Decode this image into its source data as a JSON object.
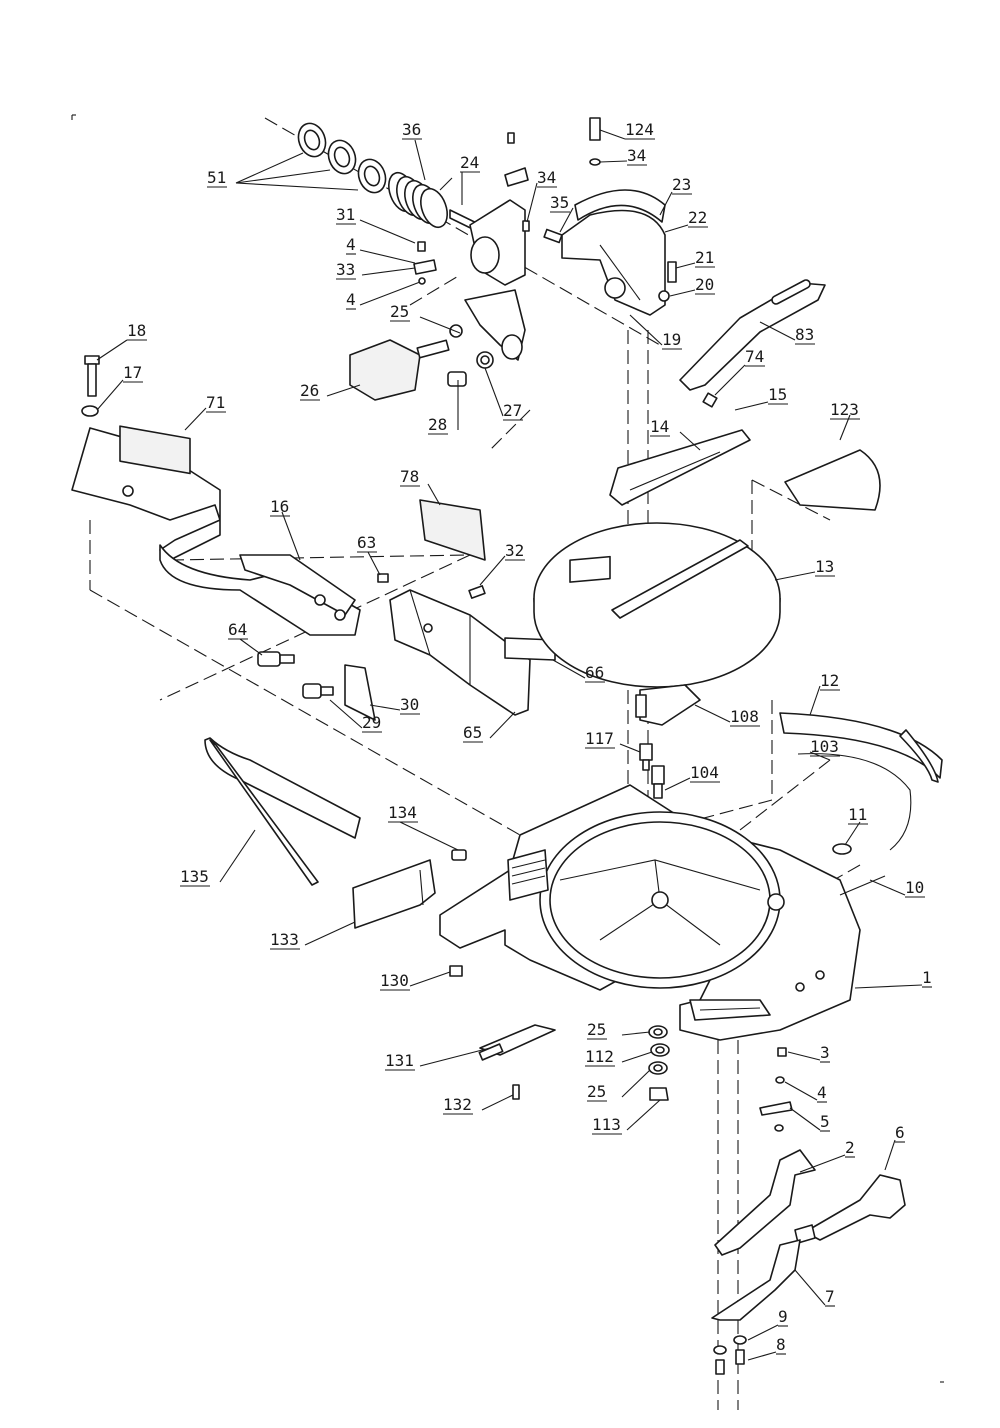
{
  "diagram": {
    "labels": [
      {
        "id": "51",
        "text": "51"
      },
      {
        "id": "36",
        "text": "36"
      },
      {
        "id": "24",
        "text": "24"
      },
      {
        "id": "124",
        "text": "124"
      },
      {
        "id": "34a",
        "text": "34"
      },
      {
        "id": "34b",
        "text": "34"
      },
      {
        "id": "35",
        "text": "35"
      },
      {
        "id": "23",
        "text": "23"
      },
      {
        "id": "22",
        "text": "22"
      },
      {
        "id": "31",
        "text": "31"
      },
      {
        "id": "4a",
        "text": "4"
      },
      {
        "id": "33",
        "text": "33"
      },
      {
        "id": "4b",
        "text": "4"
      },
      {
        "id": "21",
        "text": "21"
      },
      {
        "id": "20",
        "text": "20"
      },
      {
        "id": "25a",
        "text": "25"
      },
      {
        "id": "19",
        "text": "19"
      },
      {
        "id": "83",
        "text": "83"
      },
      {
        "id": "18",
        "text": "18"
      },
      {
        "id": "17",
        "text": "17"
      },
      {
        "id": "26",
        "text": "26"
      },
      {
        "id": "74",
        "text": "74"
      },
      {
        "id": "28",
        "text": "28"
      },
      {
        "id": "27",
        "text": "27"
      },
      {
        "id": "15",
        "text": "15"
      },
      {
        "id": "71",
        "text": "71"
      },
      {
        "id": "14",
        "text": "14"
      },
      {
        "id": "123",
        "text": "123"
      },
      {
        "id": "78",
        "text": "78"
      },
      {
        "id": "16",
        "text": "16"
      },
      {
        "id": "63",
        "text": "63"
      },
      {
        "id": "32",
        "text": "32"
      },
      {
        "id": "13",
        "text": "13"
      },
      {
        "id": "64",
        "text": "64"
      },
      {
        "id": "66",
        "text": "66"
      },
      {
        "id": "30",
        "text": "30"
      },
      {
        "id": "29",
        "text": "29"
      },
      {
        "id": "12",
        "text": "12"
      },
      {
        "id": "108",
        "text": "108"
      },
      {
        "id": "65",
        "text": "65"
      },
      {
        "id": "103",
        "text": "103"
      },
      {
        "id": "117",
        "text": "117"
      },
      {
        "id": "104",
        "text": "104"
      },
      {
        "id": "134",
        "text": "134"
      },
      {
        "id": "11",
        "text": "11"
      },
      {
        "id": "135",
        "text": "135"
      },
      {
        "id": "10",
        "text": "10"
      },
      {
        "id": "133",
        "text": "133"
      },
      {
        "id": "1",
        "text": "1"
      },
      {
        "id": "130",
        "text": "130"
      },
      {
        "id": "25b",
        "text": "25"
      },
      {
        "id": "131",
        "text": "131"
      },
      {
        "id": "112",
        "text": "112"
      },
      {
        "id": "3",
        "text": "3"
      },
      {
        "id": "25c",
        "text": "25"
      },
      {
        "id": "4c",
        "text": "4"
      },
      {
        "id": "132",
        "text": "132"
      },
      {
        "id": "113",
        "text": "113"
      },
      {
        "id": "5",
        "text": "5"
      },
      {
        "id": "6",
        "text": "6"
      },
      {
        "id": "2",
        "text": "2"
      },
      {
        "id": "7",
        "text": "7"
      },
      {
        "id": "9",
        "text": "9"
      },
      {
        "id": "8",
        "text": "8"
      }
    ]
  }
}
